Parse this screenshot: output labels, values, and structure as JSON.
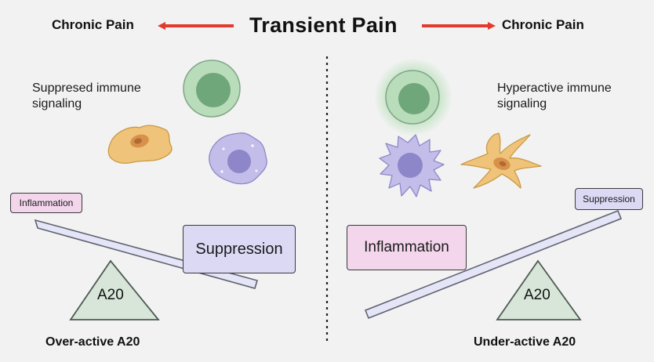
{
  "header": {
    "title": "Transient Pain",
    "left_outcome": "Chronic Pain",
    "right_outcome": "Chronic Pain"
  },
  "left_panel": {
    "caption": "Suppresed immune signaling",
    "small_box": "Inflammation",
    "large_box": "Suppression",
    "fulcrum": "A20",
    "footer": "Over-active A20"
  },
  "right_panel": {
    "caption": "Hyperactive immune signaling",
    "small_box": "Suppression",
    "large_box": "Inflammation",
    "fulcrum": "A20",
    "footer": "Under-active A20"
  },
  "colors": {
    "arrow": "#e23a2e",
    "beam": "#e4e6f7",
    "fulcrum": "#d7e6d9",
    "inflammation": "#f3d6ec",
    "suppression": "#dcd9f5",
    "lymphocyte": "#9fd2a6",
    "macrophage": "#b9b3e6",
    "glial": "#f0c37a"
  }
}
